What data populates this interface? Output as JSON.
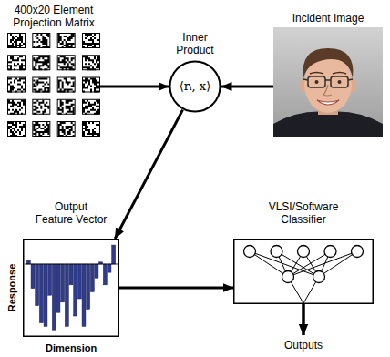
{
  "diagram": {
    "nodes": [
      {
        "text": [
          "400x20 Element Projection Matrix"
        ]
      },
      {
        "text": [
          "Inner Product",
          "⟨rᵢ, x⟩"
        ]
      },
      {
        "text": [
          "Incident Image"
        ]
      },
      {
        "text": [
          "Output Feature Vector"
        ]
      },
      {
        "text": [
          "VLSI/Software Classifier"
        ]
      }
    ],
    "edges": [
      {
        "from": 0,
        "to": 1,
        "arrow": "to"
      },
      {
        "from": 2,
        "to": 1,
        "arrow": "to"
      },
      {
        "from": 1,
        "to": 3,
        "arrow": "to"
      },
      {
        "from": 3,
        "to": 4,
        "arrow": "to"
      }
    ],
    "labels": [
      "Response",
      "Dimension",
      "Outputs"
    ]
  }
}
